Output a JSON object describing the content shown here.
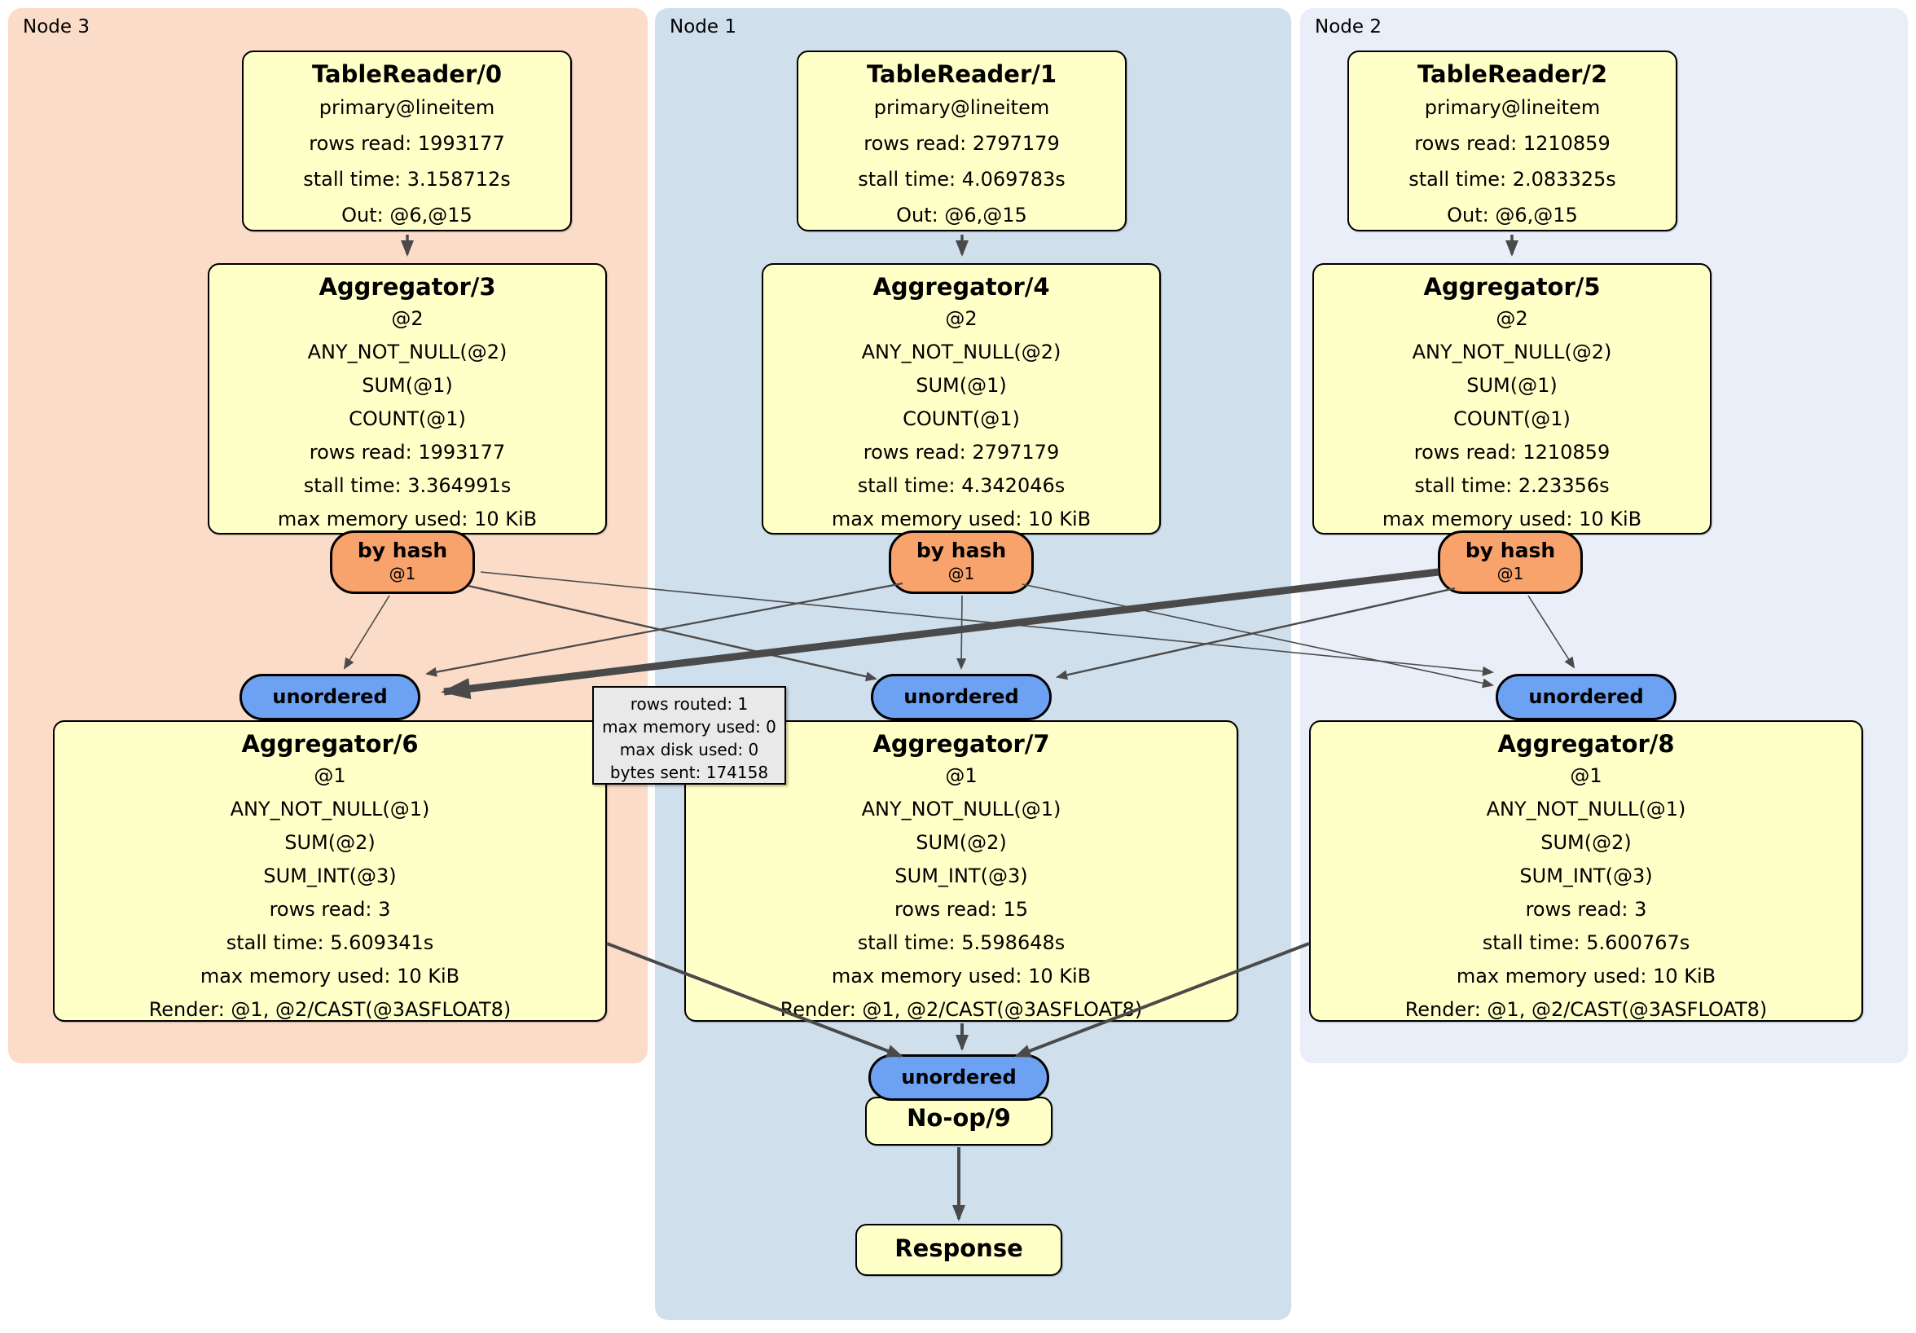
{
  "diagram": {
    "node_groups": [
      {
        "label": "Node 3"
      },
      {
        "label": "Node 1"
      },
      {
        "label": "Node 2"
      }
    ],
    "processors": {
      "tablereader0": {
        "title": "TableReader/0",
        "details": [
          "primary@lineitem",
          "rows read: 1993177",
          "stall time: 3.158712s",
          "Out: @6,@15"
        ]
      },
      "tablereader1": {
        "title": "TableReader/1",
        "details": [
          "primary@lineitem",
          "rows read: 2797179",
          "stall time: 4.069783s",
          "Out: @6,@15"
        ]
      },
      "tablereader2": {
        "title": "TableReader/2",
        "details": [
          "primary@lineitem",
          "rows read: 1210859",
          "stall time: 2.083325s",
          "Out: @6,@15"
        ]
      },
      "aggregator3": {
        "title": "Aggregator/3",
        "details": [
          "@2",
          "ANY_NOT_NULL(@2)",
          "SUM(@1)",
          "COUNT(@1)",
          "rows read: 1993177",
          "stall time: 3.364991s",
          "max memory used: 10 KiB"
        ]
      },
      "aggregator4": {
        "title": "Aggregator/4",
        "details": [
          "@2",
          "ANY_NOT_NULL(@2)",
          "SUM(@1)",
          "COUNT(@1)",
          "rows read: 2797179",
          "stall time: 4.342046s",
          "max memory used: 10 KiB"
        ]
      },
      "aggregator5": {
        "title": "Aggregator/5",
        "details": [
          "@2",
          "ANY_NOT_NULL(@2)",
          "SUM(@1)",
          "COUNT(@1)",
          "rows read: 1210859",
          "stall time: 2.23356s",
          "max memory used: 10 KiB"
        ]
      },
      "aggregator6": {
        "title": "Aggregator/6",
        "details": [
          "@1",
          "ANY_NOT_NULL(@1)",
          "SUM(@2)",
          "SUM_INT(@3)",
          "rows read: 3",
          "stall time: 5.609341s",
          "max memory used: 10 KiB",
          "Render: @1, @2/CAST(@3ASFLOAT8)"
        ]
      },
      "aggregator7": {
        "title": "Aggregator/7",
        "details": [
          "@1",
          "ANY_NOT_NULL(@1)",
          "SUM(@2)",
          "SUM_INT(@3)",
          "rows read: 15",
          "stall time: 5.598648s",
          "max memory used: 10 KiB",
          "Render: @1, @2/CAST(@3ASFLOAT8)"
        ]
      },
      "aggregator8": {
        "title": "Aggregator/8",
        "details": [
          "@1",
          "ANY_NOT_NULL(@1)",
          "SUM(@2)",
          "SUM_INT(@3)",
          "rows read: 3",
          "stall time: 5.600767s",
          "max memory used: 10 KiB",
          "Render: @1, @2/CAST(@3ASFLOAT8)"
        ]
      },
      "noop9": {
        "title": "No-op/9"
      },
      "response": {
        "title": "Response"
      }
    },
    "routers": [
      {
        "label": "by hash",
        "key": "@1"
      },
      {
        "label": "by hash",
        "key": "@1"
      },
      {
        "label": "by hash",
        "key": "@1"
      }
    ],
    "synchronizers": [
      {
        "label": "unordered"
      },
      {
        "label": "unordered"
      },
      {
        "label": "unordered"
      },
      {
        "label": "unordered"
      }
    ],
    "edge_tooltip": {
      "details": [
        "rows routed: 1",
        "max memory used: 0",
        "max disk used: 0",
        "bytes sent: 174158"
      ]
    },
    "colors": {
      "node3_bg": "#fbdcc8",
      "node1_bg": "#cfdfec",
      "node2_bg": "#e9eef8",
      "processor_bg": "#ffffc8",
      "router_bg": "#f8a26c",
      "sync_bg": "#6da1f2",
      "tooltip_bg": "#e9e9e9",
      "edge": "#4a4a4a"
    }
  }
}
